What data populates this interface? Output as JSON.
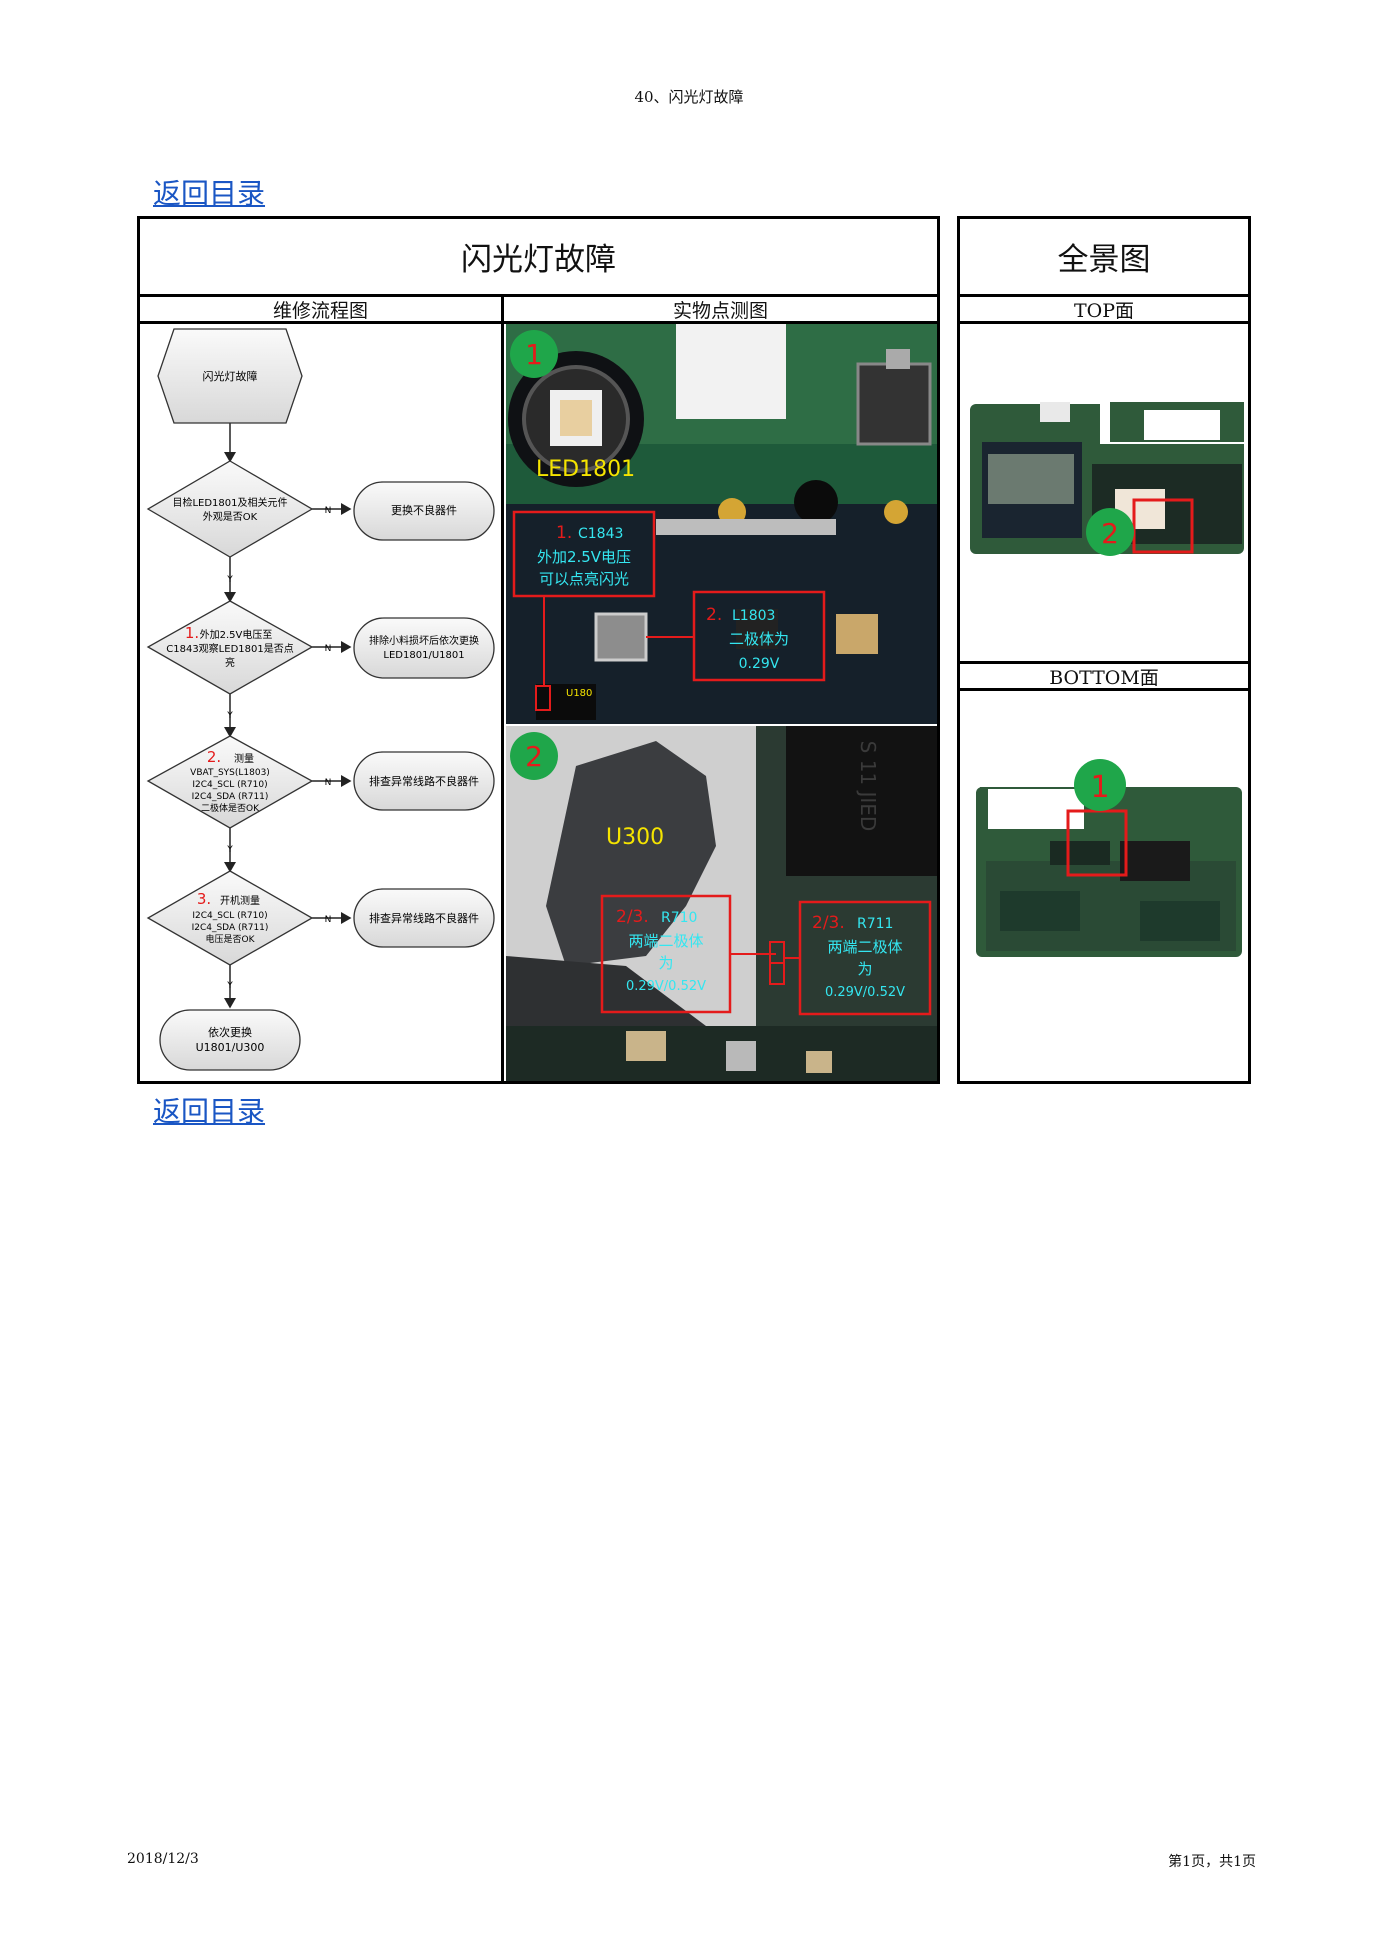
{
  "header": {
    "title": "40、闪光灯故障"
  },
  "nav": {
    "back_top": "返回目录",
    "back_bottom": "返回目录"
  },
  "table": {
    "main_title": "闪光灯故障",
    "panorama_title": "全景图",
    "col_flow": "维修流程图",
    "col_photo": "实物点测图",
    "top_face": "TOP面",
    "bottom_face": "BOTTOM面"
  },
  "flow": {
    "start": "闪光灯故障",
    "step0": {
      "line1": "目检LED1801及相关元件",
      "line2": "外观是否OK",
      "no_action": "更换不良器件"
    },
    "step1": {
      "num": "1.",
      "line1": "外加2.5V电压至",
      "line2": "C1843观察LED1801是否点",
      "line3": "亮",
      "no_action_1": "排除小料损坏后依次更换",
      "no_action_2": "LED1801/U1801"
    },
    "step2": {
      "num": "2.",
      "line1": "测量",
      "line2": "VBAT_SYS(L1803)",
      "line3": "I2C4_SCL (R710)",
      "line4": "I2C4_SDA (R711)",
      "line5": "二极体是否OK",
      "no_action": "排查异常线路不良器件"
    },
    "step3": {
      "num": "3.",
      "line1": "开机测量",
      "line2": "I2C4_SCL (R710)",
      "line3": "I2C4_SDA (R711)",
      "line4": "电压是否OK",
      "no_action": "排查异常线路不良器件"
    },
    "end": {
      "line1": "依次更换",
      "line2": "U1801/U300"
    },
    "yes": "Y",
    "no": "N"
  },
  "photo1": {
    "badge": "1",
    "chip_label": "LED1801",
    "c1843_num": "1.",
    "c1843_ref": "C1843",
    "c1843_line2": "外加2.5V电压",
    "c1843_line3": "可以点亮闪光",
    "l1803_num": "2.",
    "l1803_ref": "L1803",
    "l1803_line2": "二极体为",
    "l1803_line3": "0.29V",
    "u180": "U180"
  },
  "photo2": {
    "badge": "2",
    "chip_label": "U300",
    "r710_num": "2/3.",
    "r710_ref": "R710",
    "r710_line2": "两端二极体",
    "r710_line3": "为",
    "r710_line4": "0.29V/0.52V",
    "r711_num": "2/3.",
    "r711_ref": "R711",
    "r711_line2": "两端二极体",
    "r711_line3": "为",
    "r711_line4": "0.29V/0.52V",
    "chip_marking": "S 11 JIED"
  },
  "panorama": {
    "top_badge": "2",
    "bottom_badge": "1"
  },
  "footer": {
    "date": "2018/12/3",
    "page": "第1页，共1页"
  },
  "colors": {
    "accent_red": "#e41b1b",
    "caption_cyan": "#34e6f0",
    "badge_green": "#1fa64a",
    "label_yellow": "#f5e400",
    "link_blue": "#1a56c4"
  }
}
